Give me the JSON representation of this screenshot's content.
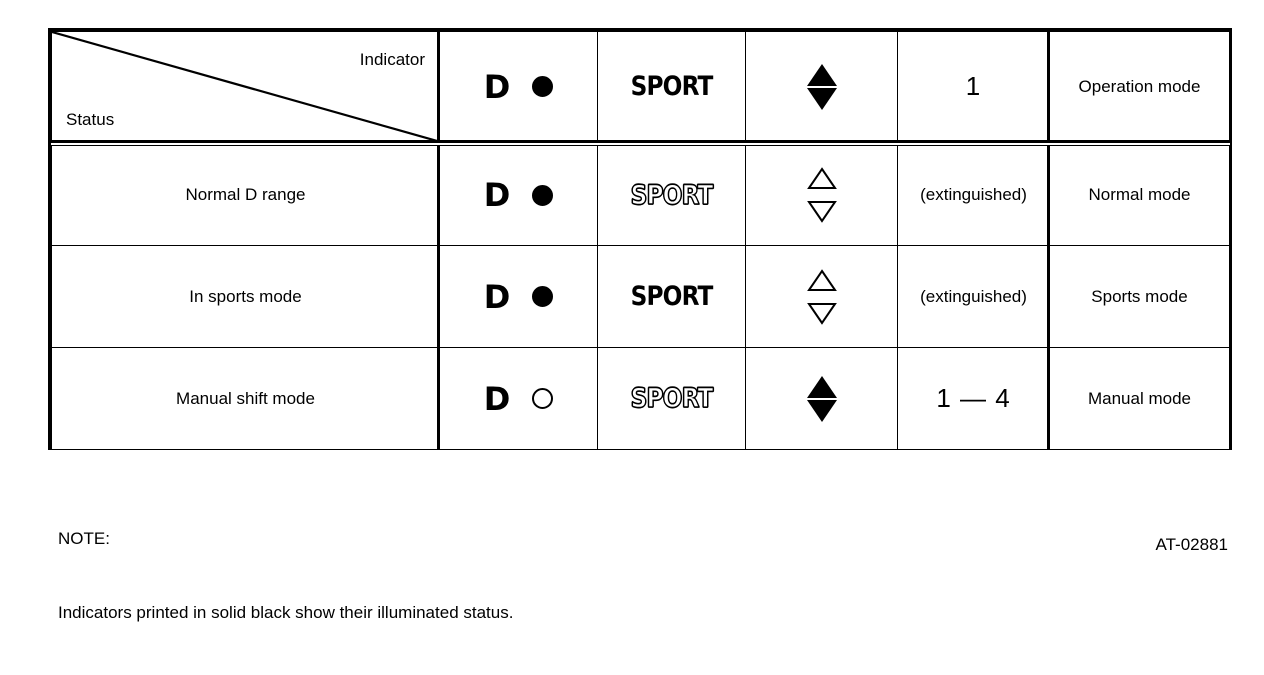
{
  "figure": {
    "id": "AT-02881"
  },
  "table": {
    "header": {
      "corner": {
        "top_right_label": "Indicator",
        "bottom_left_label": "Status"
      },
      "columns": [
        {
          "key": "d_range",
          "label_letter": "D",
          "lamp": "filled-circle"
        },
        {
          "key": "sport",
          "label": "SPORT",
          "style": "solid"
        },
        {
          "key": "updown",
          "label": "up-down-triangles",
          "up": "solid",
          "down": "solid",
          "spacing": "tight"
        },
        {
          "key": "gear",
          "label": "1"
        },
        {
          "key": "operation",
          "label": "Operation mode"
        }
      ]
    },
    "rows": [
      {
        "status": "Normal D range",
        "d_letter": "D",
        "d_lamp": "filled-circle",
        "sport_label": "SPORT",
        "sport_style": "outline",
        "tri_up": "outline",
        "tri_down": "outline",
        "tri_spacing": "loose",
        "gear": "(extinguished)",
        "gear_style": "small",
        "operation_mode": "Normal mode"
      },
      {
        "status": "In sports mode",
        "d_letter": "D",
        "d_lamp": "filled-circle",
        "sport_label": "SPORT",
        "sport_style": "solid",
        "tri_up": "outline",
        "tri_down": "outline",
        "tri_spacing": "loose",
        "gear": "(extinguished)",
        "gear_style": "small",
        "operation_mode": "Sports mode"
      },
      {
        "status": "Manual shift mode",
        "d_letter": "D",
        "d_lamp": "open-circle",
        "sport_label": "SPORT",
        "sport_style": "outline",
        "tri_up": "solid",
        "tri_down": "solid",
        "tri_spacing": "tight",
        "gear": "1 — 4",
        "gear_style": "big",
        "operation_mode": "Manual mode"
      }
    ]
  },
  "note": {
    "title": "NOTE:",
    "text": "Indicators printed in solid black show their illuminated status."
  },
  "colors": {
    "ink": "#000000",
    "paper": "#ffffff"
  }
}
